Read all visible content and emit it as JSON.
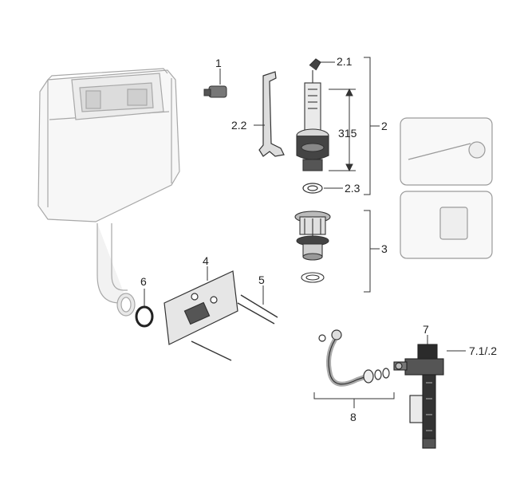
{
  "labels": {
    "part_1": "1",
    "part_2": "2",
    "part_2_1": "2.1",
    "part_2_2": "2.2",
    "part_2_3": "2.3",
    "dimension_315": "315",
    "part_3": "3",
    "part_4": "4",
    "part_5": "5",
    "part_6": "6",
    "part_7": "7",
    "part_7_1_2": "7.1/.2",
    "part_8": "8"
  },
  "colors": {
    "line": "#333333",
    "light_line": "#9a9a9a",
    "cistern_fill": "#f6f6f6",
    "dark_part": "#2b2b2b"
  }
}
